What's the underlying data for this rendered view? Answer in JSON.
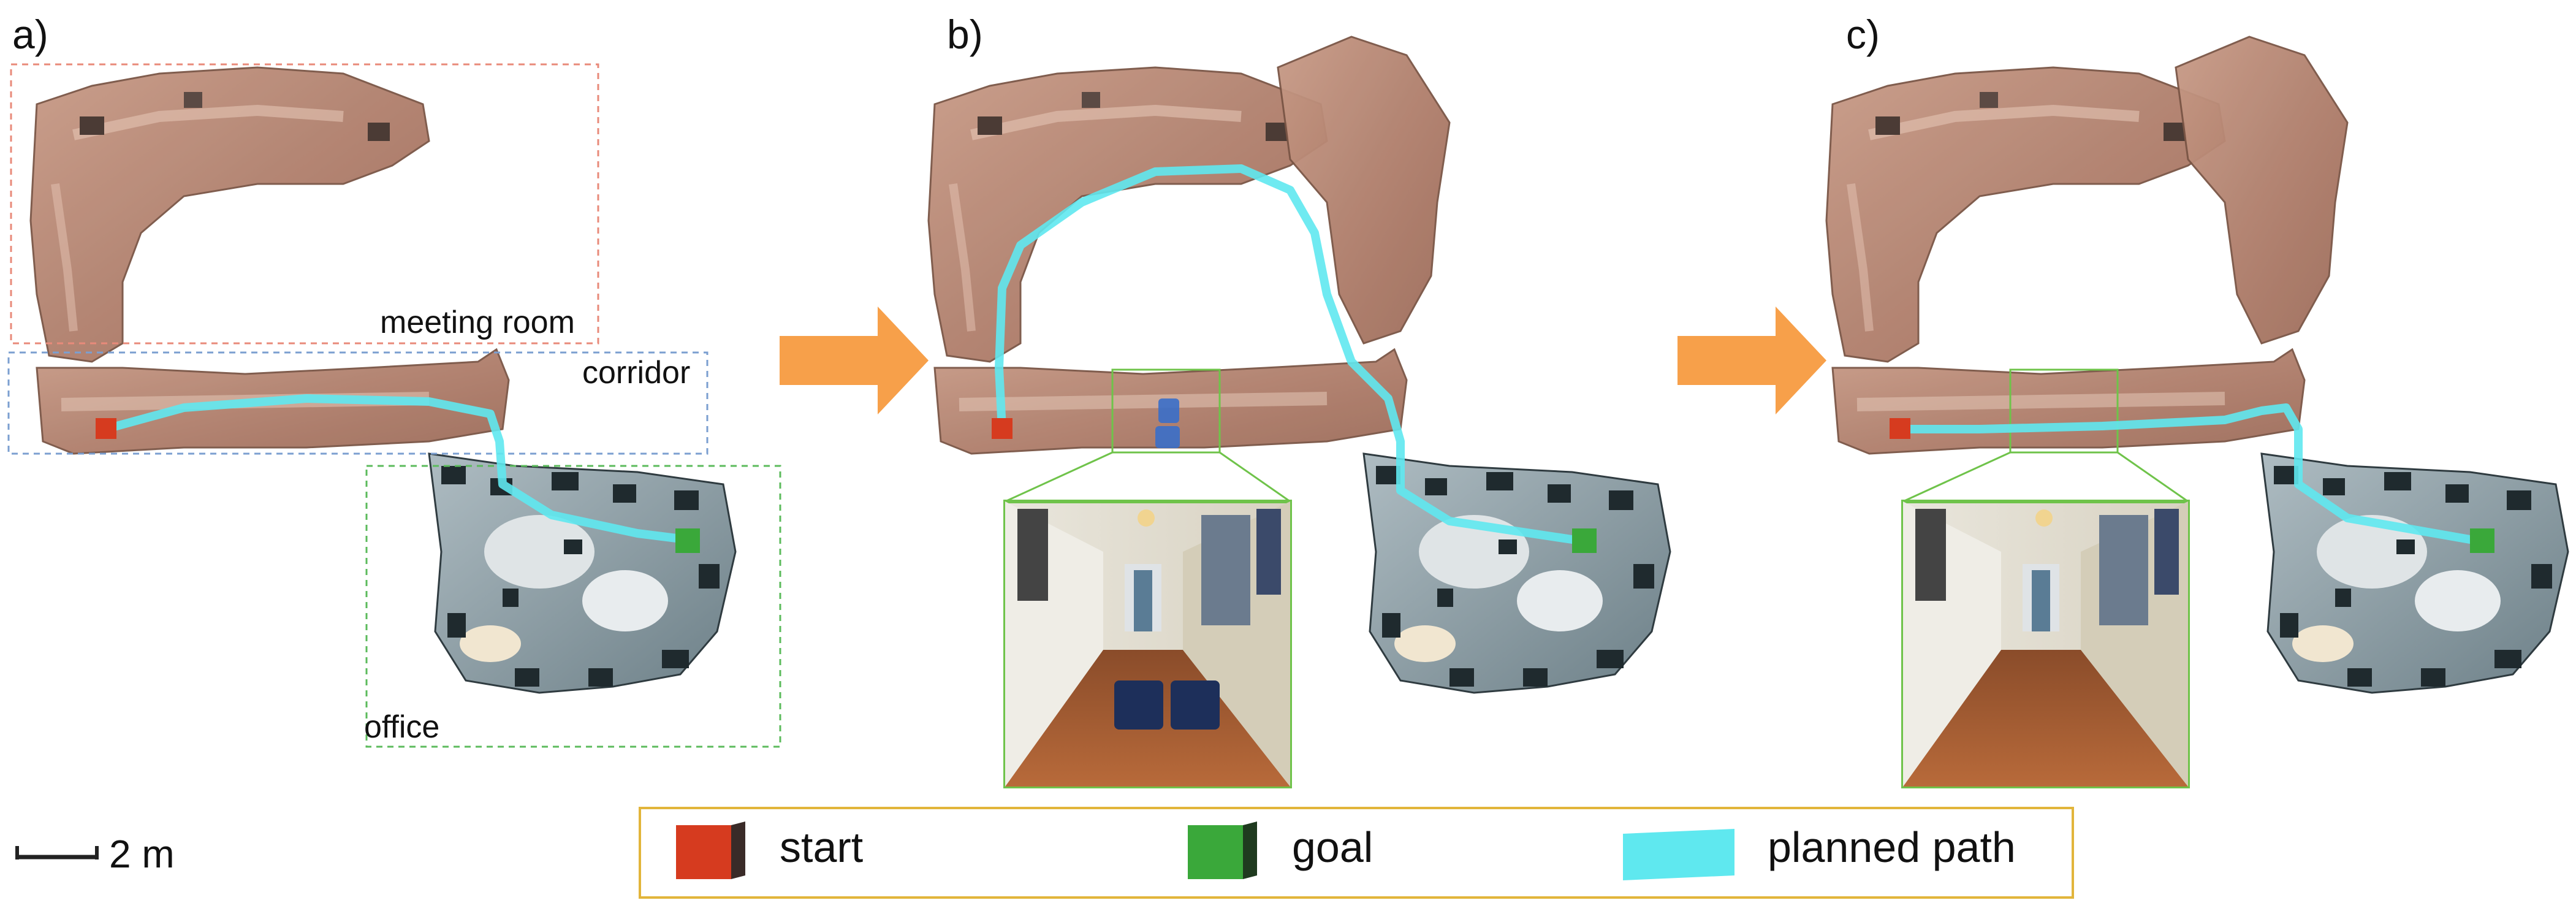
{
  "panels": [
    {
      "label": "a)"
    },
    {
      "label": "b)"
    },
    {
      "label": "c)"
    }
  ],
  "regions": {
    "meeting_room": "meeting room",
    "corridor": "corridor",
    "office": "office"
  },
  "scale_bar": {
    "label": "2 m"
  },
  "legend": {
    "start": "start",
    "goal": "goal",
    "planned_path": "planned path"
  },
  "colors": {
    "start": "#d63b1f",
    "goal": "#3aa83a",
    "path": "#5fe8ef",
    "arrow": "#f7a04a",
    "meeting_room_box": "#e88a7a",
    "corridor_box": "#7b9fd0",
    "office_box": "#5cbb5c",
    "inset_frame": "#6fc34a",
    "legend_border": "#e2b53b"
  },
  "icons": [
    "arrow-right-icon",
    "blue-obstacle-icon"
  ]
}
